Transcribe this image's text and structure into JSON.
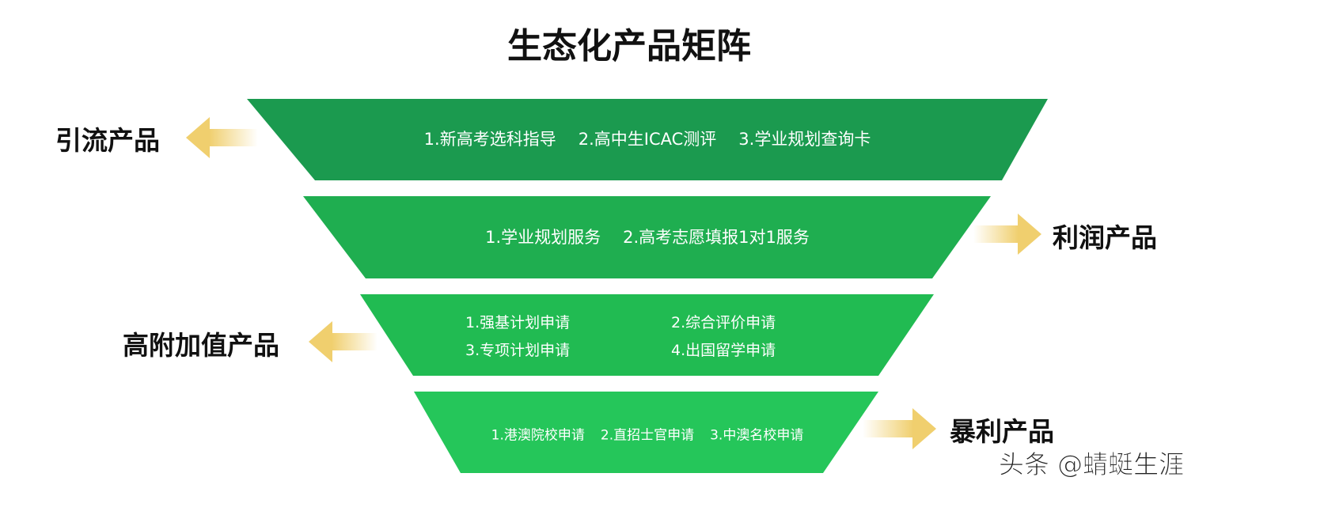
{
  "title": "生态化产品矩阵",
  "layers": [
    {
      "label": "引流产品",
      "items": [
        "1.新高考选科指导",
        "2.高中生ICAC测评",
        "3.学业规划查询卡"
      ],
      "color": "#1b9a4f"
    },
    {
      "label": "利润产品",
      "items": [
        "1.学业规划服务",
        "2.高考志愿填报1对1服务"
      ],
      "color": "#1fae50"
    },
    {
      "label": "高附加值产品",
      "items": [
        "1.强基计划申请",
        "2.综合评价申请",
        "3.专项计划申请",
        "4.出国留学申请"
      ],
      "color": "#21bb52"
    },
    {
      "label": "暴利产品",
      "items": [
        "1.港澳院校申请",
        "2.直招士官申请",
        "3.中澳名校申请"
      ],
      "color": "#25c65a"
    }
  ],
  "arrow_color": "#f0cf6e",
  "watermark": "头条 @蜻蜓生涯"
}
